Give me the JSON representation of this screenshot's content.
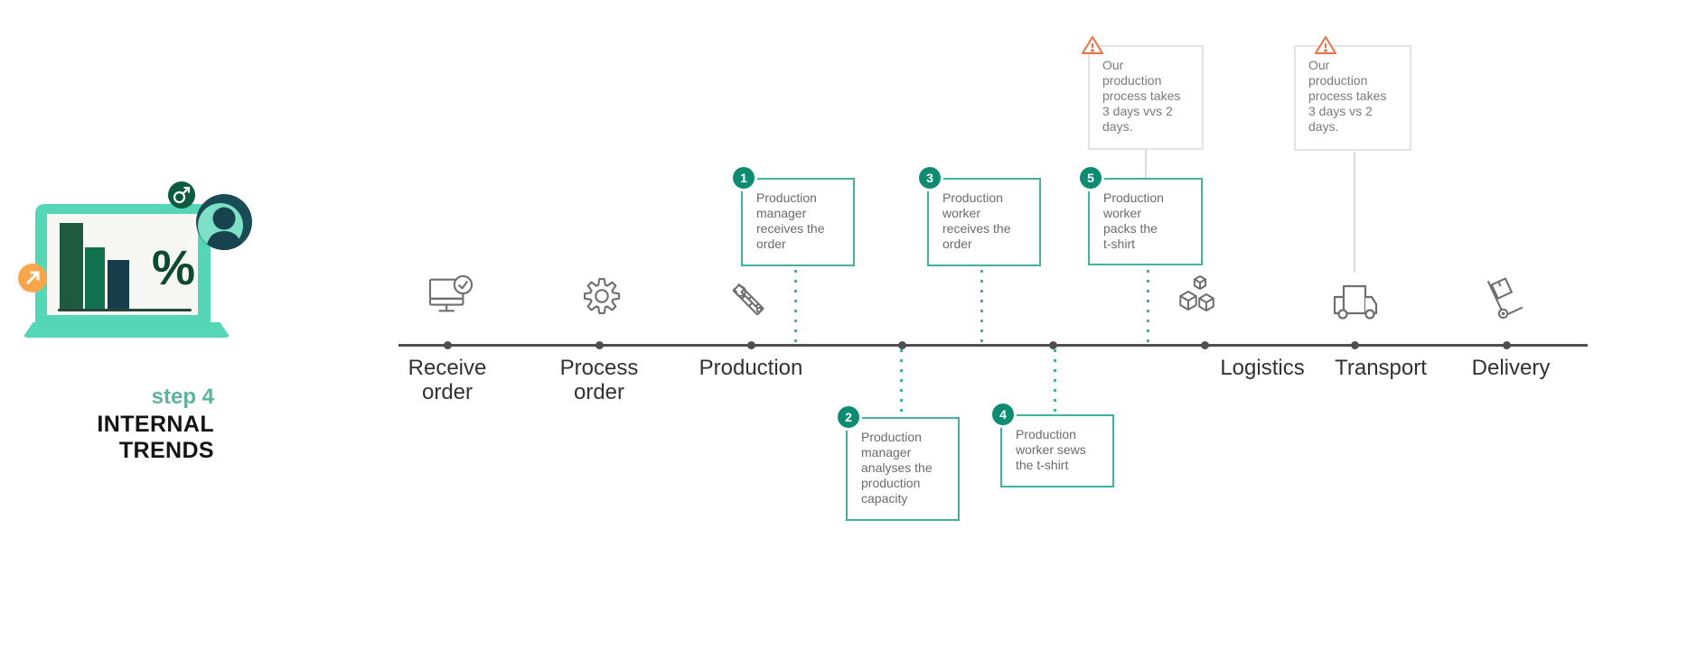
{
  "slide": {
    "step_label": "step 4",
    "title_line1": "INTERNAL",
    "title_line2": "TRENDS"
  },
  "illustration": {
    "percent_symbol": "%",
    "icons": [
      "laptop",
      "bar-chart",
      "male-symbol-icon",
      "person-avatar-icon",
      "trend-arrow-icon"
    ]
  },
  "timeline": {
    "stages": [
      {
        "label": "Receive order",
        "icon": "monitor-check-icon"
      },
      {
        "label": "Process order",
        "icon": "gear-icon"
      },
      {
        "label": "Production",
        "icon": "tools-icon"
      },
      {
        "label": "Logistics",
        "icon": "boxes-icon"
      },
      {
        "label": "Transport",
        "icon": "truck-icon"
      },
      {
        "label": "Delivery",
        "icon": "hand-truck-icon"
      }
    ]
  },
  "callouts": [
    {
      "number": "1",
      "position": "above",
      "text": "Production\nmanager\nreceives the\norder"
    },
    {
      "number": "2",
      "position": "below",
      "text": "Production\nmanager\nanalyses the\nproduction\ncapacity"
    },
    {
      "number": "3",
      "position": "above",
      "text": "Production\nworker\nreceives the\norder"
    },
    {
      "number": "4",
      "position": "below",
      "text": "Production\nworker sews\nthe t-shirt"
    },
    {
      "number": "5",
      "position": "above",
      "text": "Production\nworker\npacks the\nt-shirt"
    }
  ],
  "warnings": [
    {
      "icon": "warning-triangle-icon",
      "text": "Our\nproduction\nprocess takes\n3 days vvs 2\ndays."
    },
    {
      "icon": "warning-triangle-icon",
      "text": "Our\nproduction\nprocess takes\n3 days vs 2\ndays."
    }
  ],
  "colors": {
    "accent": "#3FB39E",
    "badge": "#0E8C72",
    "mint": "#55D6B6",
    "dark_green": "#1D5B3E",
    "mid_green": "#12714E",
    "dark_teal": "#163D4A",
    "step_label": "#5FB3A1",
    "warning_orange": "#ED7140",
    "timeline_gray": "#4F4F4F",
    "icon_gray": "#6E6E6E",
    "text_gray": "#6A6B6E"
  }
}
